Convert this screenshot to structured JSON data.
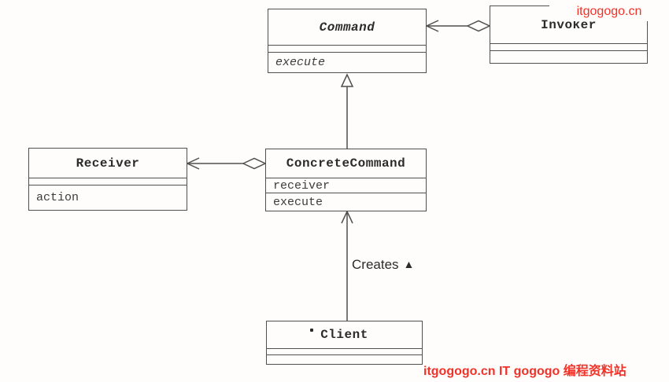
{
  "colors": {
    "watermark_red": "#f03228",
    "line": "#4f4f4f",
    "text": "#2b2b2b"
  },
  "watermarks": {
    "top": "itgogogo.cn",
    "bottom": "itgogogo.cn IT gogogo 编程资料站"
  },
  "classes": {
    "command": {
      "name": "Command",
      "abstract": true,
      "attributes": [],
      "methods": [
        "execute"
      ]
    },
    "invoker": {
      "name": "Invoker",
      "attributes": [],
      "methods": []
    },
    "receiver": {
      "name": "Receiver",
      "attributes": [],
      "methods": [
        "action"
      ]
    },
    "concrete_command": {
      "name": "ConcreteCommand",
      "attributes": [
        "receiver"
      ],
      "methods": [
        "execute"
      ]
    },
    "client": {
      "name": "Client",
      "attributes": [],
      "methods": []
    }
  },
  "relationships": {
    "inheritance": "ConcreteCommand --|> Command",
    "aggregation_invoker": "Invoker <>-> Command",
    "aggregation_receiver": "ConcreteCommand <>-> Receiver",
    "creates_label": "Creates",
    "creates_marker": "▲"
  }
}
